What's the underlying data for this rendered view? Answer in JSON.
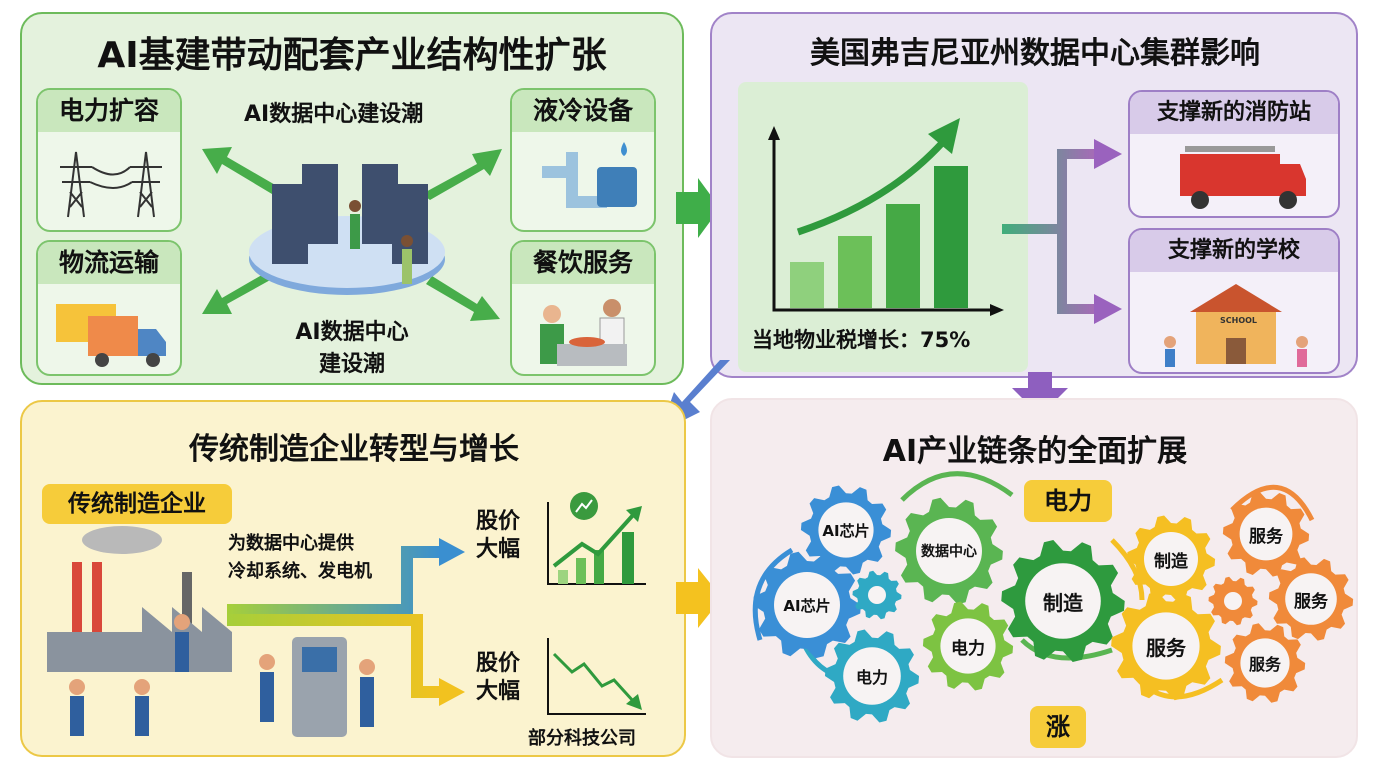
{
  "panel_infra": {
    "title": "AI基建带动配套产业结构性扩张",
    "center_label_top": "AI数据中心建设潮",
    "center_label_bottom_1": "AI数据中心",
    "center_label_bottom_2": "建设潮",
    "cards": [
      {
        "label": "电力扩容",
        "icon": "power-tower-icon"
      },
      {
        "label": "液冷设备",
        "icon": "liquid-cooling-icon"
      },
      {
        "label": "物流运输",
        "icon": "truck-icon"
      },
      {
        "label": "餐饮服务",
        "icon": "catering-icon"
      }
    ]
  },
  "panel_virginia": {
    "title": "美国弗吉尼亚州数据中心集群影响",
    "chart_caption": "当地物业税增长：75%",
    "cards": [
      {
        "label": "支撑新的消防站",
        "icon": "fire-truck-icon"
      },
      {
        "label": "支撑新的学校",
        "icon": "school-icon",
        "sign": "SCHOOL"
      }
    ]
  },
  "panel_manufacturing": {
    "title": "传统制造企业转型与增长",
    "tag": "传统制造企业",
    "desc_1": "为数据中心提供",
    "desc_2": "冷却系统、发电机",
    "up_label_1": "股价",
    "up_label_2": "大幅",
    "down_label_1": "股价",
    "down_label_2": "大幅",
    "down_caption": "部分科技公司"
  },
  "panel_chain": {
    "title": "AI产业链条的全面扩展",
    "tag_top": "电力",
    "tag_bottom": "涨",
    "gears": [
      {
        "label": "AI芯片",
        "color": "#3a8fd6"
      },
      {
        "label": "AI芯片",
        "color": "#3a8fd6"
      },
      {
        "label": "",
        "color": "#2fa9c4"
      },
      {
        "label": "电力",
        "color": "#2fa9c4"
      },
      {
        "label": "数据中心",
        "color": "#5ab552"
      },
      {
        "label": "电力",
        "color": "#7dc342"
      },
      {
        "label": "制造",
        "color": "#2e9a3e"
      },
      {
        "label": "制造",
        "color": "#f5bf22"
      },
      {
        "label": "服务",
        "color": "#f5bf22"
      },
      {
        "label": "",
        "color": "#f08a3a"
      },
      {
        "label": "服务",
        "color": "#f08a3a"
      },
      {
        "label": "服务",
        "color": "#f08a3a"
      },
      {
        "label": "服务",
        "color": "#f08a3a"
      }
    ]
  },
  "colors": {
    "green": "#3fae49",
    "purple": "#8e63be",
    "yellow": "#f4c21f",
    "blue": "#3a7fc8"
  }
}
